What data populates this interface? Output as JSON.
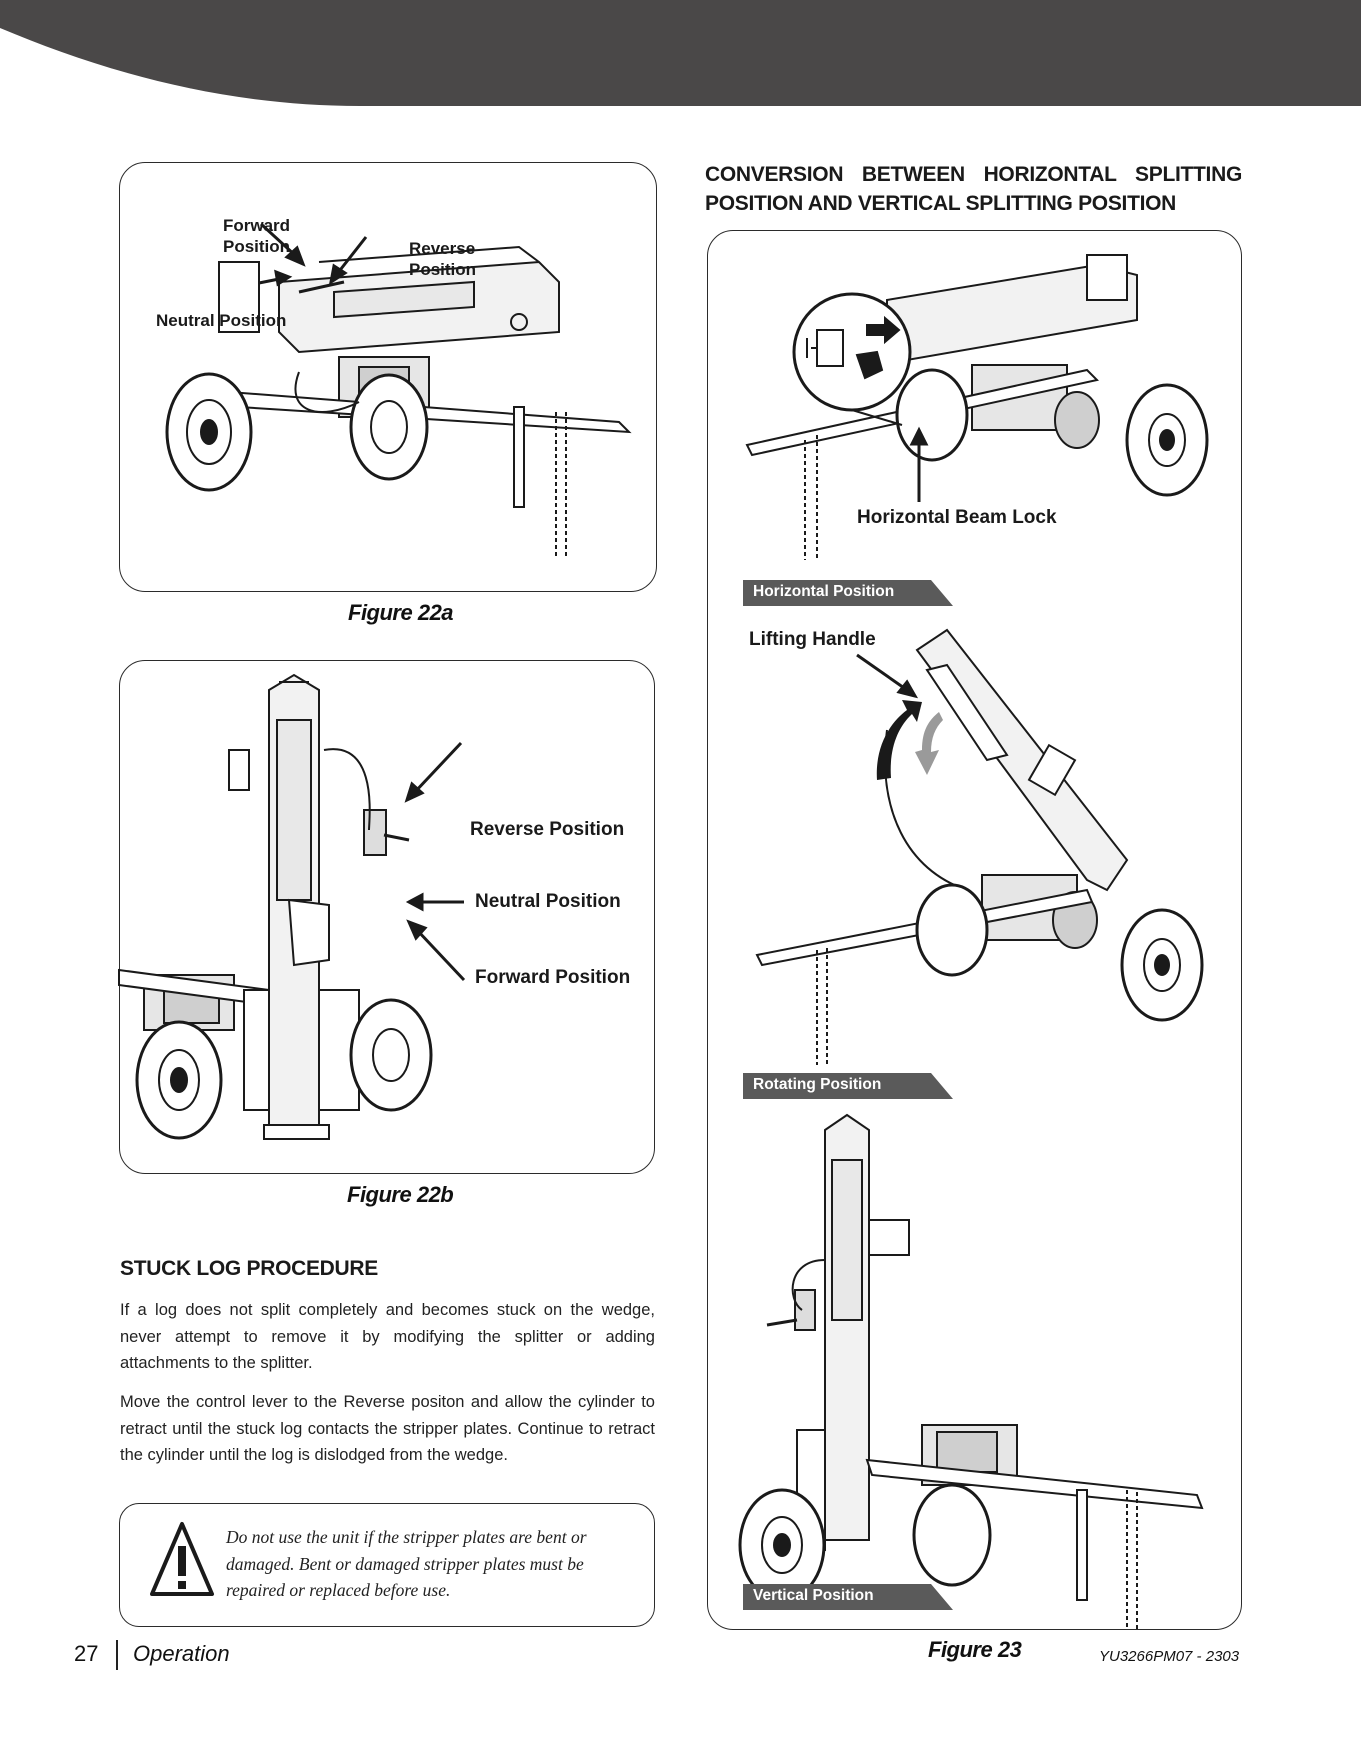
{
  "figure_22a": {
    "caption": "Figure 22a",
    "callouts": {
      "forward_line1": "Forward",
      "forward_line2": "Position",
      "reverse_line1": "Reverse",
      "reverse_line2": "Position",
      "neutral": "Neutral Position"
    }
  },
  "figure_22b": {
    "caption": "Figure 22b",
    "callouts": {
      "reverse": "Reverse Position",
      "neutral": "Neutral Position",
      "forward": "Forward Position"
    }
  },
  "stuck_log": {
    "heading": "STUCK LOG PROCEDURE",
    "paragraph1": "If a log does not split completely and becomes stuck on the wedge, never attempt to remove it by modifying the splitter or adding attachments to the splitter.",
    "paragraph2": "Move the control lever to the Reverse positon and allow the cylinder to retract until the stuck log contacts the stripper plates. Continue to retract the cylinder until the log is dislodged from the wedge.",
    "warning": "Do not use the unit if the stripper plates are bent or damaged. Bent or damaged stripper plates must be repaired or replaced before use."
  },
  "conversion": {
    "heading_line1": "CONVERSION BETWEEN HORIZONTAL SPLITTING",
    "heading_line2": "POSITION AND VERTICAL SPLITTING POSITION",
    "callouts": {
      "beam_lock": "Horizontal Beam Lock",
      "lifting_handle": "Lifting Handle"
    },
    "tabs": {
      "horizontal": "Horizontal Position",
      "rotating": "Rotating Position",
      "vertical": "Vertical Position"
    },
    "caption": "Figure 23"
  },
  "footer": {
    "page_number": "27",
    "section": "Operation",
    "doc_code": "YU3266PM07 - 2303"
  },
  "colors": {
    "header_band": "#4a4848",
    "tab_fill": "#5a5a5a",
    "ink": "#1a1a1a"
  }
}
